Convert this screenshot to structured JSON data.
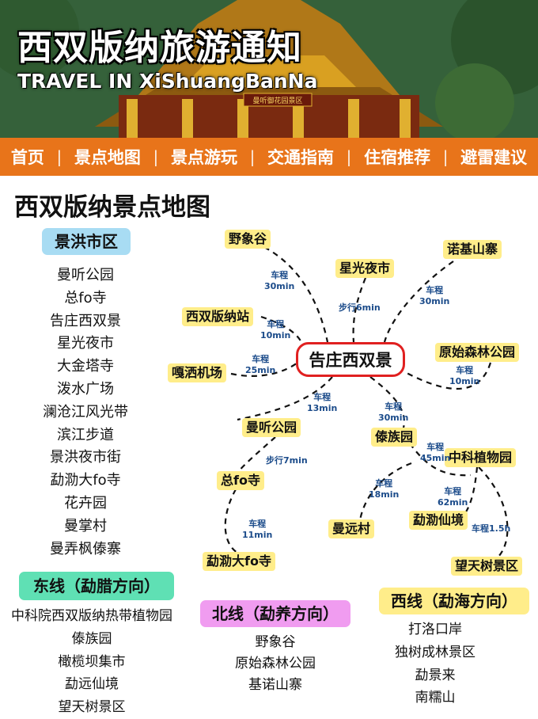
{
  "header": {
    "title": "西双版纳旅游通知",
    "subtitle": "TRAVEL IN XiShuangBanNa",
    "sign": "曼听御花园景区"
  },
  "nav": [
    "首页",
    "景点地图",
    "景点游玩",
    "交通指南",
    "住宿推荐",
    "避雷建议"
  ],
  "page_title": "西双版纳景点地图",
  "sections": {
    "jinghong": {
      "label": "景洪市区",
      "items": [
        "曼听公园",
        "总fo寺",
        "告庄西双景",
        "星光夜市",
        "大金塔寺",
        "泼水广场",
        "澜沧江风光带",
        "滨江步道",
        "景洪夜市街",
        "勐泐大fo寺",
        "花卉园",
        "曼掌村",
        "曼弄枫傣寨"
      ]
    },
    "east": {
      "label": "东线（勐腊方向）",
      "items": [
        "中科院西双版纳热带植物园",
        "傣族园",
        "橄榄坝集市",
        "勐远仙境",
        "望天树景区"
      ]
    },
    "north": {
      "label": "北线（勐养方向）",
      "items": [
        "野象谷",
        "原始森林公园",
        "基诺山寨"
      ]
    },
    "west": {
      "label": "西线（勐海方向）",
      "items": [
        "打洛口岸",
        "独树成林景区",
        "勐景来",
        "南糯山"
      ]
    }
  },
  "map": {
    "center": "告庄西双景",
    "places": {
      "yexianggu": "野象谷",
      "xingguang": "星光夜市",
      "nuoji": "诺基山寨",
      "station": "西双版纳站",
      "yuanshi": "原始森林公园",
      "airport": "嘎洒机场",
      "manting": "曼听公园",
      "daizu": "傣族园",
      "zhongke": "中科植物园",
      "zongfo": "总fo寺",
      "manyuan": "曼远村",
      "xianjing": "勐泐仙境",
      "mengle": "勐泐大fo寺",
      "wangtian": "望天树景区"
    },
    "notes": {
      "n_yexiang": [
        "车程",
        "30min"
      ],
      "n_xing": [
        "步行6min"
      ],
      "n_nuoji": [
        "车程",
        "30min"
      ],
      "n_station": [
        "车程",
        "10min"
      ],
      "n_yuanshi": [
        "车程",
        "10min"
      ],
      "n_airport": [
        "车程",
        "25min"
      ],
      "n_manting": [
        "车程",
        "13min"
      ],
      "n_daizu": [
        "车程",
        "30min"
      ],
      "n_zhongke": [
        "车程",
        "45min"
      ],
      "n_zongfo": [
        "步行7min"
      ],
      "n_manyuan": [
        "车程",
        "18min"
      ],
      "n_xianjing": [
        "车程",
        "62min"
      ],
      "n_mengle": [
        "车程",
        "11min"
      ],
      "n_wangtian": [
        "车程1.5h"
      ]
    }
  },
  "colors": {
    "nav": "#e8741a",
    "jinghong": "#a8dcf3",
    "east": "#5fe0b4",
    "north": "#f09cf0",
    "west": "#ffed8a",
    "center_border": "#e02020",
    "tag": "#ffed8a",
    "note": "#1b4b8a"
  }
}
